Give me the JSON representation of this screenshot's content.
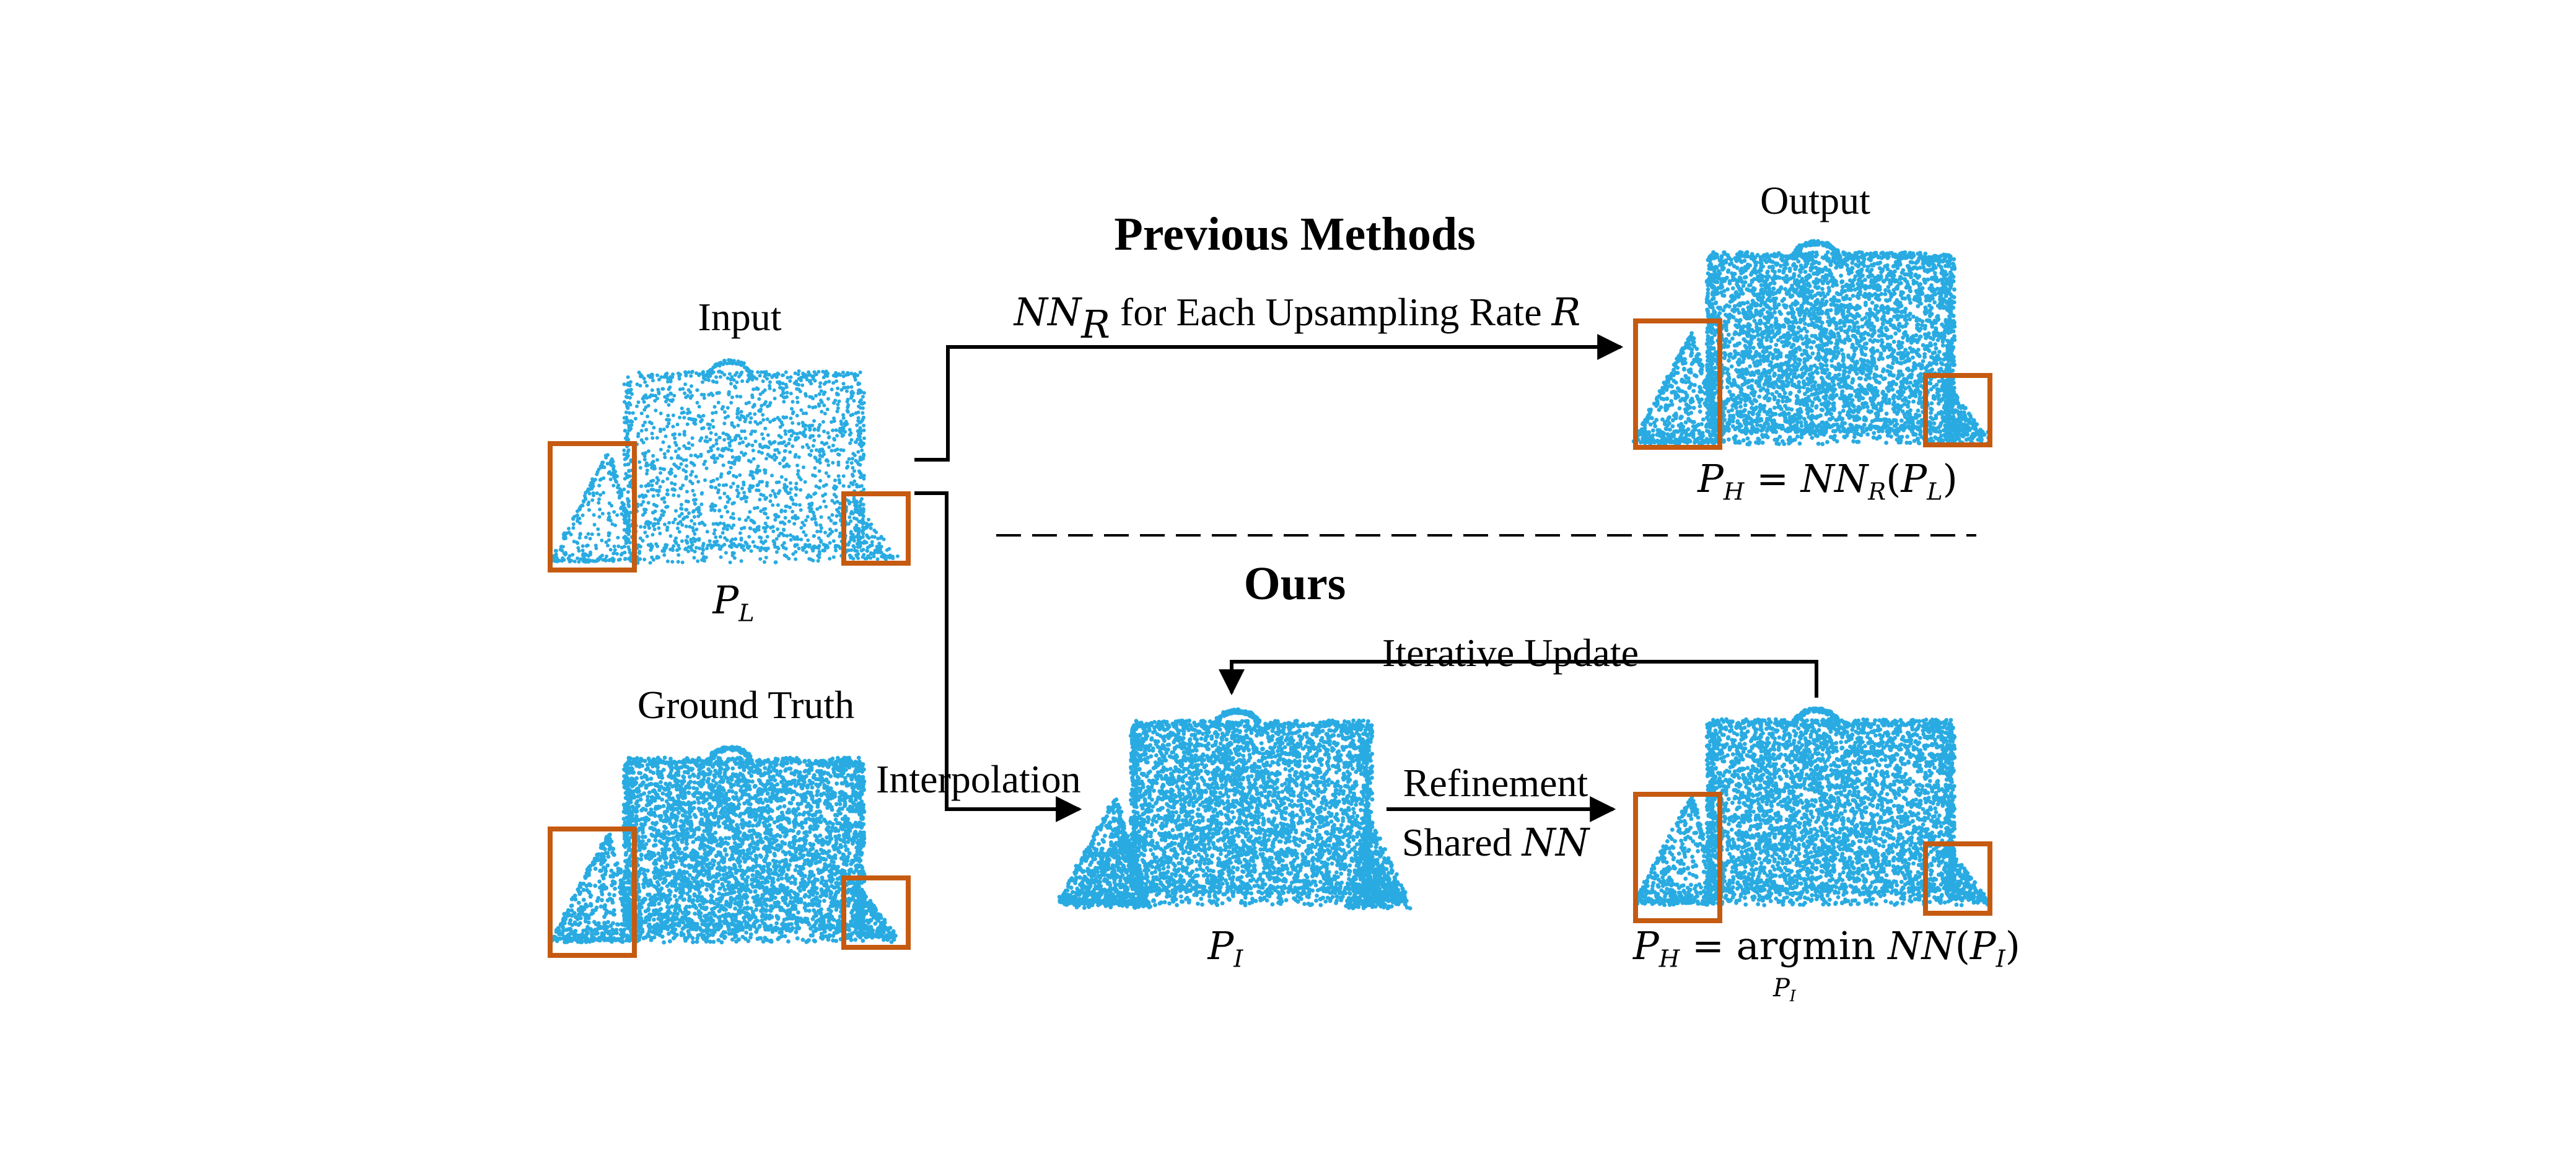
{
  "labels": {
    "input": "Input",
    "output": "Output",
    "ground_truth": "Ground Truth",
    "previous_methods": "Previous Methods",
    "ours": "Ours",
    "interpolation": "Interpolation",
    "refinement": "Refinement",
    "shared": "Shared",
    "iterative_update": "Iterative Update",
    "for_each_rate": "for Each Upsampling Rate"
  },
  "math": {
    "NN": "NN",
    "R": "R",
    "P": "P",
    "L": "L",
    "H": "H",
    "I": "I",
    "equals": "=",
    "argmin": "argmin",
    "lparen": "(",
    "rparen": ")"
  },
  "colors": {
    "points": "#29abe2",
    "highlight_box": "#c55a11",
    "arrow": "#000000"
  }
}
